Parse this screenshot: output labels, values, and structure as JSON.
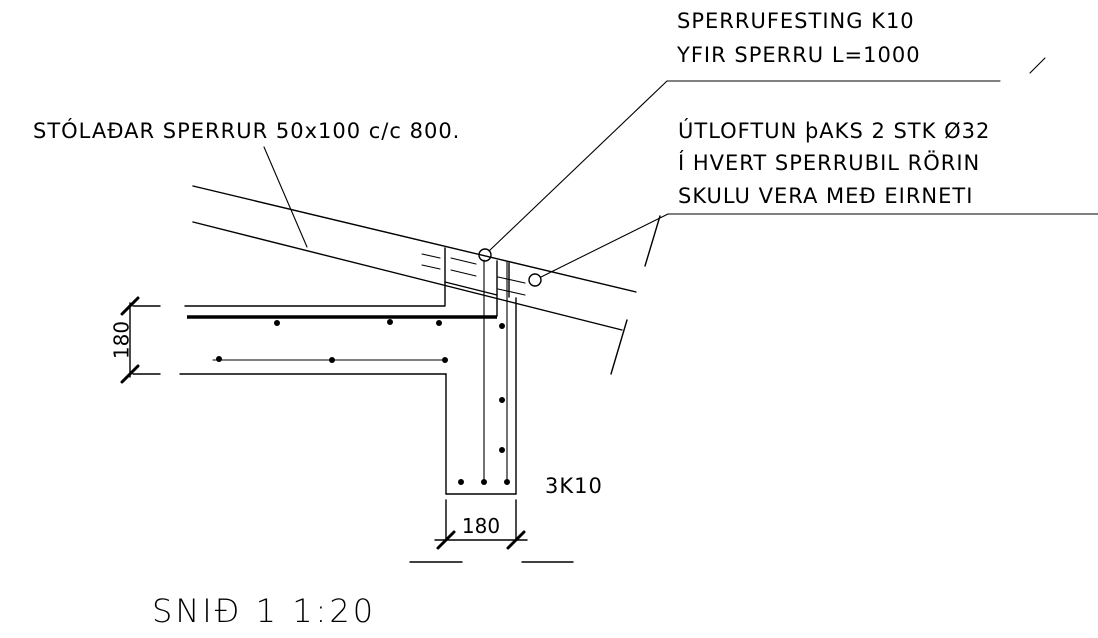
{
  "labels": {
    "rafter_fixing_line1": "SPERRUFESTING K10",
    "rafter_fixing_line2": "YFIR SPERRU L=1000",
    "rafters": "STÓLAÐAR SPERRUR 50x100 c/c 800.",
    "ventilation_line1": "ÚTLOFTUN þAKS 2 STK Ø32",
    "ventilation_line2": "Í HVERT SPERRUBIL RÖRIN",
    "ventilation_line3": "SKULU VERA MEÐ EIRNETI",
    "rebar": "3K10",
    "slab_thickness": "180",
    "wall_thickness": "180",
    "section_title": "SNIÐ 1 1:20"
  }
}
